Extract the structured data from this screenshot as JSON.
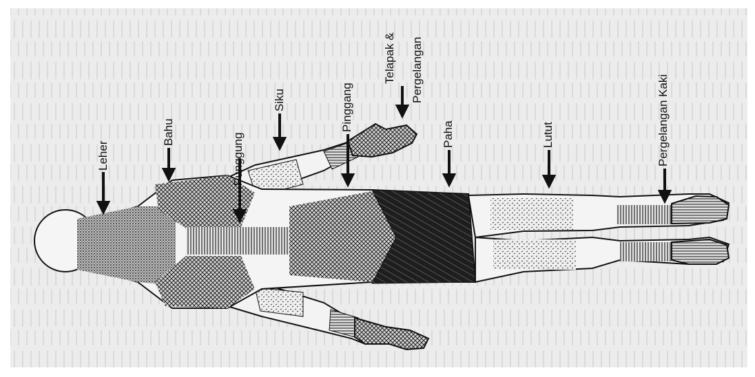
{
  "figure": {
    "labels": {
      "neck": "Leher",
      "shoulder": "Bahu",
      "back": "Punggung",
      "elbow": "Siku",
      "waist": "Pinggang",
      "palm_line1": "Telapak &",
      "palm_line2": "Pergelangan",
      "thigh": "Paha",
      "knee": "Lutut",
      "ankle": "Pergelangan Kaki"
    },
    "colors": {
      "paper": "#ececec",
      "ink": "#111111",
      "dark_fill": "#1e1e1e"
    }
  }
}
